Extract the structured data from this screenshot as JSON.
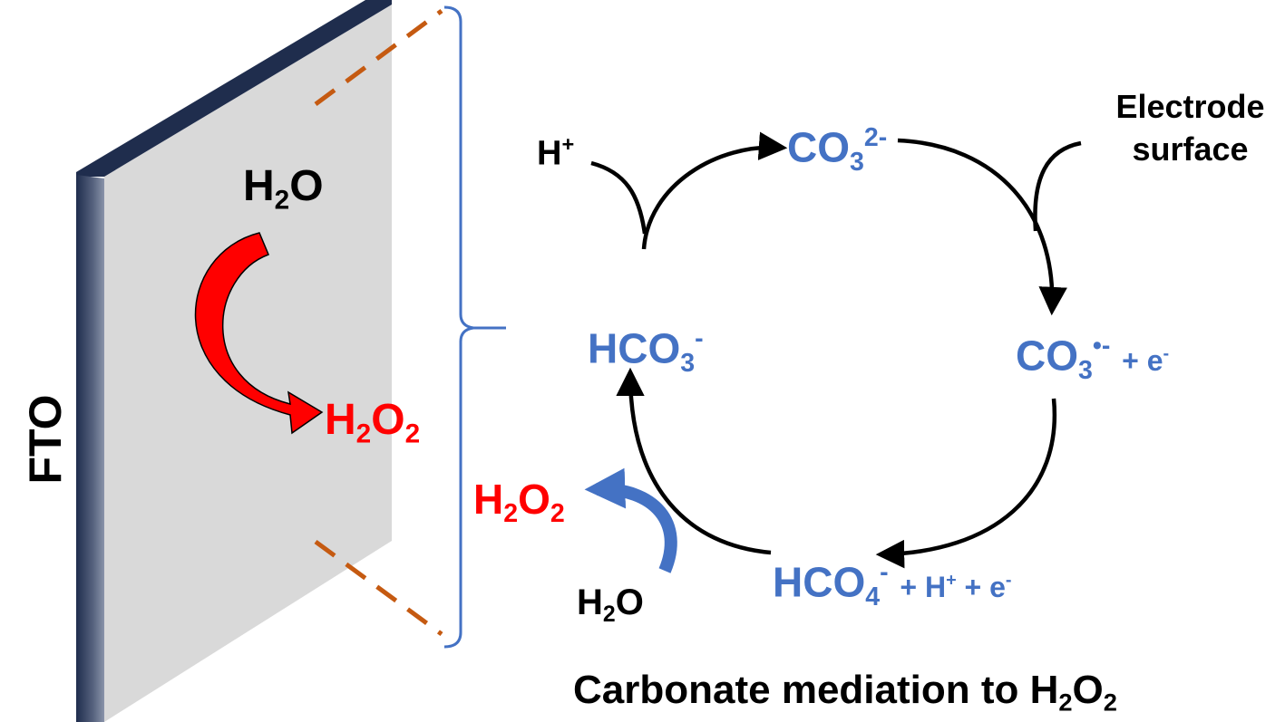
{
  "colors": {
    "electrode_face": "#d9d9d9",
    "electrode_edge": "#1f2d4d",
    "bracket": "#4472c4",
    "dashes": "#c55a11",
    "species_blue": "#4472c4",
    "product_red": "#ff0000",
    "cycle_arrow": "#000000",
    "water_arrow_blue": "#4472c4",
    "electrode_arrow_red": "#ff0000"
  },
  "electrode": {
    "label": "FTO",
    "reactant": {
      "main": "H",
      "sub": "2",
      "tail": "O"
    },
    "product": {
      "a": "H",
      "sub1": "2",
      "b": "O",
      "sub2": "2"
    }
  },
  "cycle": {
    "proton_in": {
      "main": "H",
      "sup": "+"
    },
    "electrode_surface_line1": "Electrode",
    "electrode_surface_line2": "surface",
    "carbonate": {
      "main": "CO",
      "sub": "3",
      "sup": "2-"
    },
    "carbonate_radical": {
      "main": "CO",
      "sub": "3",
      "sup": "•-",
      "tail": "+ e",
      "tail_sup": "-"
    },
    "percarbonate": {
      "main": "HCO",
      "sub": "4",
      "sup": "-",
      "tail1": "+ H",
      "tail1_sup": "+",
      "tail2": "+ e",
      "tail2_sup": "-"
    },
    "bicarbonate": {
      "main": "HCO",
      "sub": "3",
      "sup": "-"
    },
    "product_out": {
      "a": "H",
      "sub1": "2",
      "b": "O",
      "sub2": "2"
    },
    "water_in": {
      "main": "H",
      "sub": "2",
      "tail": "O"
    }
  },
  "caption": {
    "text": "Carbonate mediation to H",
    "sub1": "2",
    "mid": "O",
    "sub2": "2"
  }
}
